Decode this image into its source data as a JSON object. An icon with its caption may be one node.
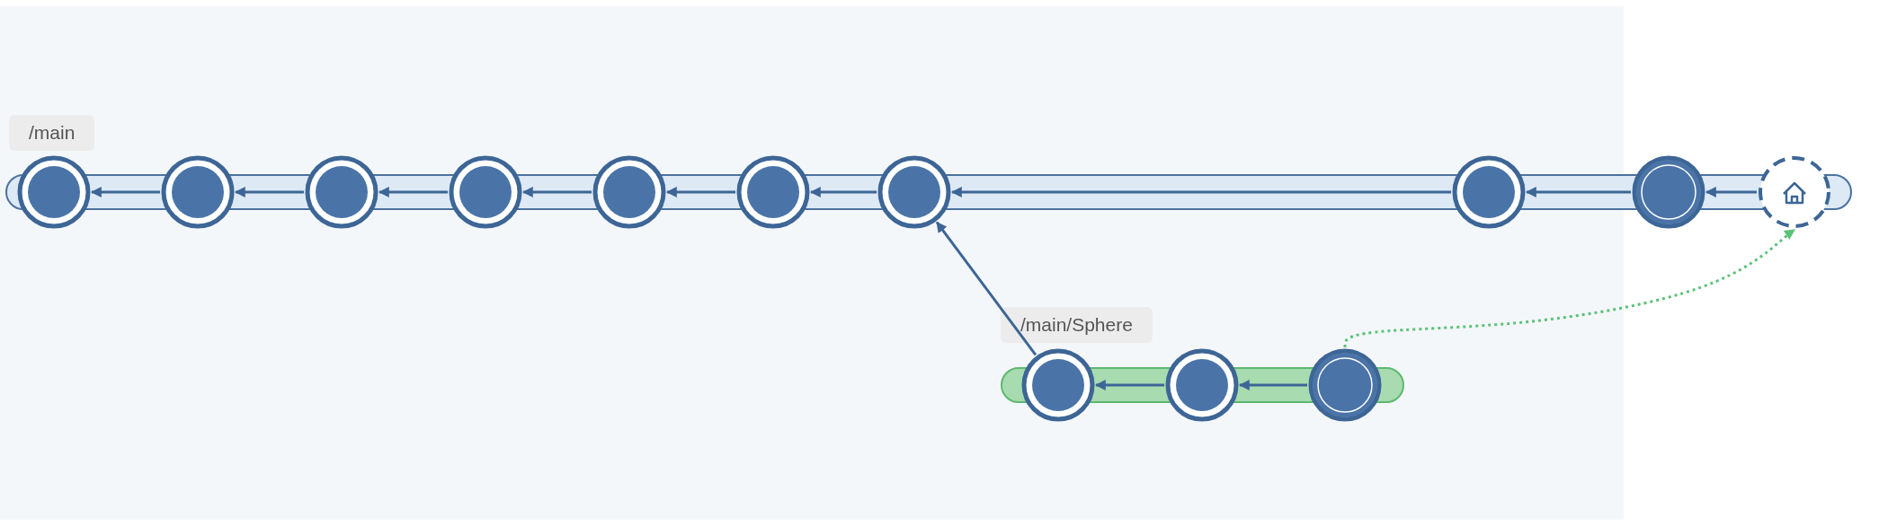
{
  "diagram": {
    "nodes": [
      {
        "text": [],
        "shape": "circle"
      },
      {
        "text": [],
        "shape": "circle"
      },
      {
        "text": [],
        "shape": "circle"
      },
      {
        "text": [],
        "shape": "circle"
      },
      {
        "text": [],
        "shape": "circle"
      },
      {
        "text": [],
        "shape": "circle"
      },
      {
        "text": [],
        "shape": "circle"
      },
      {
        "text": [],
        "shape": "circle"
      },
      {
        "text": [],
        "shape": "circle"
      },
      {
        "text": [],
        "shape": "circle"
      },
      {
        "text": [],
        "shape": "circle"
      },
      {
        "text": [],
        "shape": "circle"
      },
      {
        "text": [],
        "shape": "circle"
      }
    ],
    "edges": [
      {
        "from": 1,
        "to": 0,
        "arrow": "to"
      },
      {
        "from": 2,
        "to": 1,
        "arrow": "to"
      },
      {
        "from": 3,
        "to": 2,
        "arrow": "to"
      },
      {
        "from": 4,
        "to": 3,
        "arrow": "to"
      },
      {
        "from": 5,
        "to": 4,
        "arrow": "to"
      },
      {
        "from": 6,
        "to": 5,
        "arrow": "to"
      },
      {
        "from": 7,
        "to": 6,
        "arrow": "to"
      },
      {
        "from": 8,
        "to": 7,
        "arrow": "to"
      },
      {
        "from": 9,
        "to": 8,
        "arrow": "to"
      },
      {
        "from": 11,
        "to": 10,
        "arrow": "to"
      },
      {
        "from": 12,
        "to": 11,
        "arrow": "to"
      },
      {
        "from": 10,
        "to": 6,
        "arrow": "to"
      },
      {
        "from": 12,
        "to": 9,
        "arrow": "to",
        "style": "dashed",
        "color": "#5cc27a"
      }
    ],
    "labels": [
      "/main",
      "/main/Sphere"
    ]
  }
}
